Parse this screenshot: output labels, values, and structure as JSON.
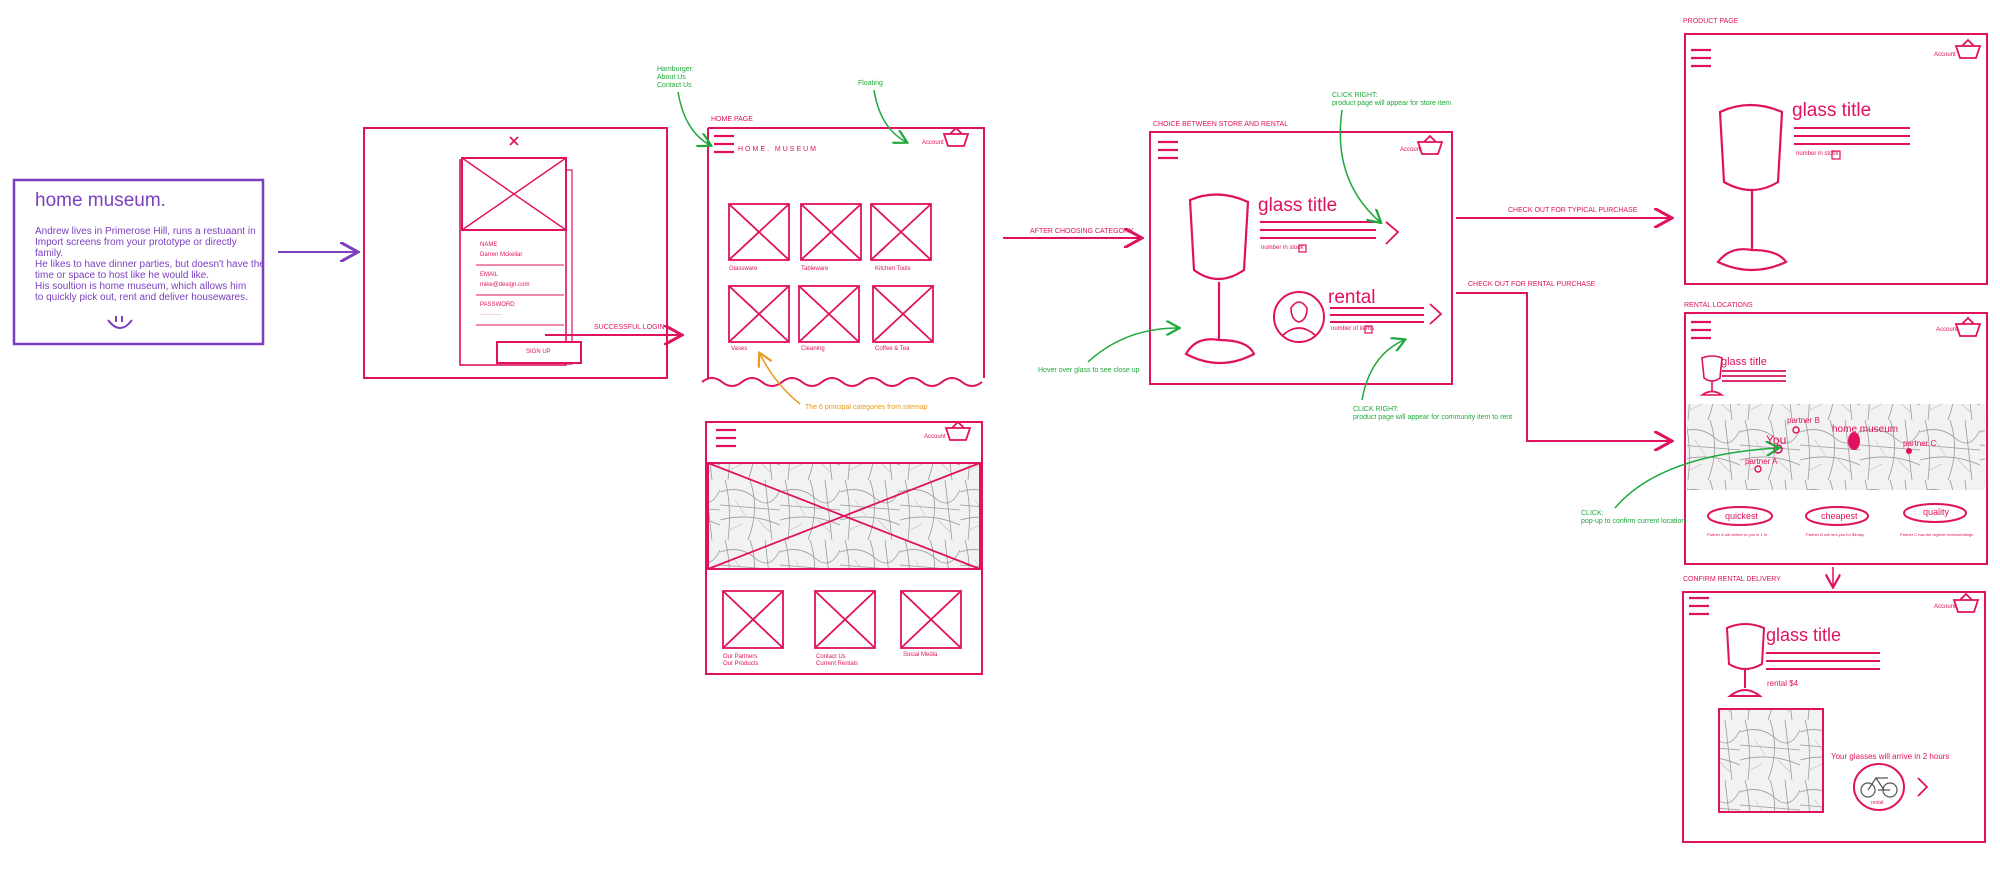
{
  "persona": {
    "title": "home museum.",
    "body": "Andrew lives in Primerose Hill, runs a restuaant in\nImport screens from your prototype or directly\nfamily.\nHe likes to have dinner parties, but doesn't have the\ntime or space to host like he would like.\nHis soultion is home museum, which allows him\nto quickly pick out, rent and deliver housewares."
  },
  "login": {
    "close": "×",
    "fields": [
      "NAME",
      "Darren Mckellar",
      "EMAIL",
      "mike@design.com",
      "PASSWORD",
      "···········"
    ],
    "button": "SIGN UP",
    "flow_label": "SUCCESSFUL LOGIN"
  },
  "home": {
    "section_label": "HOME PAGE",
    "brand": "HOME. MUSEUM",
    "account": "Account",
    "categories": [
      "Glassware",
      "Tableware",
      "Kitchen Tools",
      "Vases",
      "Cleaning",
      "Coffee & Tea"
    ],
    "note_hamburger": "Hamburger:\nAbout Us\nContact Us",
    "note_floating": "Floating",
    "note_categories": "The 6 principal categories from sitemap"
  },
  "home_bottom": {
    "account": "Account",
    "links": [
      "Our Partners\nOur Products",
      "Contact Us\nCurrent Rentals",
      "Social Media"
    ]
  },
  "choice": {
    "section_label": "CHOICE BETWEEN STORE AND RENTAL",
    "flow_in": "AFTER CHOOSING CATEGORY",
    "account": "Account",
    "store_title": "glass title",
    "store_sub": "number in stock",
    "rental_title": "rental",
    "rental_sub": "number of items",
    "note_store": "CLICK RIGHT:\nproduct page will appear for store item",
    "note_rental": "CLICK RIGHT:\nproduct page will appear for community item to rent",
    "note_hover": "Hover over glass to see close up",
    "flow_purchase": "CHECK OUT FOR TYPICAL PURCHASE",
    "flow_rental": "CHECK OUT FOR RENTAL PURCHASE"
  },
  "product": {
    "section_label": "PRODUCT PAGE",
    "account": "Account",
    "title": "glass title",
    "sub": "number in stock"
  },
  "rental_locations": {
    "section_label": "RENTAL LOCATIONS",
    "account": "Account",
    "title": "glass title",
    "map_labels": [
      "partner B",
      "You",
      "home museum",
      "partner C",
      "partner A"
    ],
    "options": [
      "quickest",
      "cheapest",
      "quality"
    ],
    "option_notes": [
      "Partner A will deliver to you in 1 hr",
      "Partner B will rent you for $4/day",
      "Partner C has the highest reviews/ratings"
    ],
    "note_click": "CLICK:\npop-up to confirm current location"
  },
  "confirm": {
    "section_label": "CONFIRM RENTAL DELIVERY",
    "account": "Account",
    "title": "glass title",
    "price": "rental $4",
    "arrival": "Your glasses will arrive in 2 hours",
    "bike_label": "rental"
  },
  "colors": {
    "accent": "#e0115f",
    "note_green": "#1fa83c",
    "persona_purple": "#7b3fbf",
    "note_orange": "#e89a1c"
  }
}
